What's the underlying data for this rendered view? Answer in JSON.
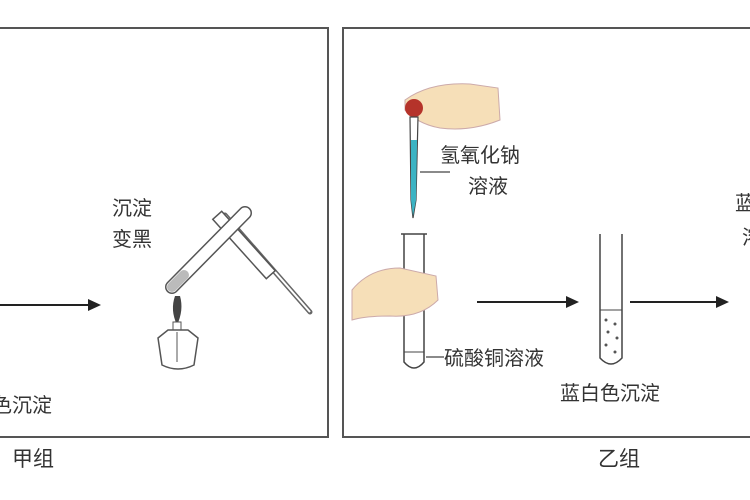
{
  "group_a": {
    "caption": "甲组",
    "precipitate_partial": "色沉淀",
    "precipitate_blackens_line1": "沉淀",
    "precipitate_blackens_line2": "变黑"
  },
  "group_b": {
    "caption": "乙组",
    "naoh_line1": "氢氧化钠",
    "naoh_line2": "溶液",
    "cuso4": "硫酸铜溶液",
    "blue_white_precipitate": "蓝白色沉淀",
    "right_partial_line1": "蓝",
    "right_partial_line2": "溶"
  },
  "colors": {
    "panel_border": "#555555",
    "dropper_bulb": "#b5332a",
    "naoh_solution": "#3bb3c3",
    "hand": "#f6dfb8"
  }
}
